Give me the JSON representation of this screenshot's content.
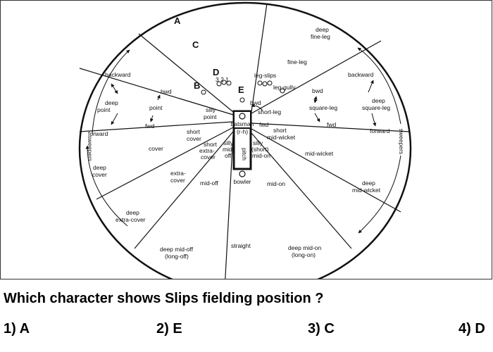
{
  "question": "Which character shows Slips fielding position ?",
  "options": [
    {
      "number": "1)",
      "letter": "A"
    },
    {
      "number": "2)",
      "letter": "E"
    },
    {
      "number": "3)",
      "letter": "C"
    },
    {
      "number": "4)",
      "letter": "D"
    }
  ],
  "markers": {
    "a": "A",
    "b": "B",
    "c": "C",
    "d": "D",
    "e": "E"
  },
  "slip_numbers": "3 2 1",
  "center": {
    "batsman": "batsman",
    "rh": "(r-h)",
    "pitch": "pitch",
    "bowler": "bowler"
  },
  "off_side": {
    "backward": "backward",
    "deep_point": "deep point",
    "forward": "forward",
    "bwd": "bwd",
    "point": "point",
    "fwd": "fwd",
    "silly_point": "silly point",
    "short_cover": "short cover",
    "short_extra_cover": "short extra cover",
    "silly_mid_off": "silly mid-off",
    "cover": "cover",
    "deep_cover": "deep cover",
    "extra_cover": "extra-cover",
    "mid_off": "mid-off",
    "deep_extra_cover": "deep extra-cover",
    "sweepers": "sweepers"
  },
  "leg_side": {
    "deep_fine_leg": "deep fine-leg",
    "fine_leg": "fine-leg",
    "leg_slips": "leg-slips",
    "leg_gully": "leg-gully",
    "backward": "backward",
    "bwd": "bwd",
    "square_leg": "square-leg",
    "deep_square_leg": "deep square-leg",
    "short_leg": "short-leg",
    "bwd_near": "bwd",
    "fwd_near": "fwd",
    "fwd": "fwd",
    "forward": "forward",
    "short_mid_wicket": "short mid-wicket",
    "silly_mid_on": "silly (short) mid-on",
    "mid_wicket": "mid-wicket",
    "deep_mid_wicket": "deep mid-wicket",
    "mid_on": "mid-on",
    "sweepers": "sweepers"
  },
  "straight_region": {
    "deep_mid_off": "deep mid-off (long-off)",
    "straight": "straight",
    "deep_mid_on": "deep mid-on (long-on)"
  }
}
